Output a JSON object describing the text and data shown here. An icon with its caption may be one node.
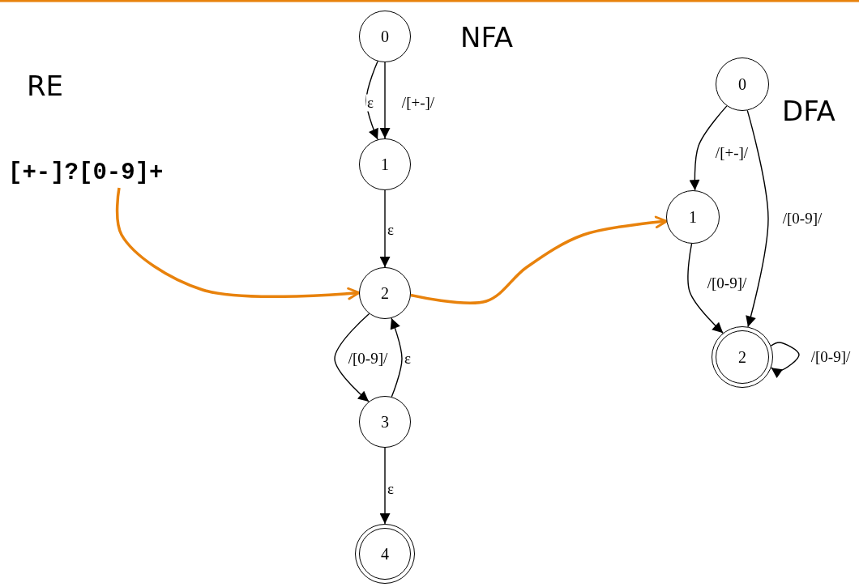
{
  "diagram": {
    "nodes": [
      {
        "text": [
          "[+-]?[0-9]+"
        ]
      },
      {
        "text": [
          "0"
        ]
      },
      {
        "text": [
          "1"
        ]
      },
      {
        "text": [
          "2"
        ]
      },
      {
        "text": [
          "3"
        ]
      },
      {
        "text": [
          "4"
        ]
      },
      {
        "text": [
          "0"
        ]
      },
      {
        "text": [
          "1"
        ]
      },
      {
        "text": [
          "2"
        ]
      }
    ],
    "edges": [
      {
        "from": 1,
        "to": 2,
        "label": "ε",
        "arrow": "to"
      },
      {
        "from": 1,
        "to": 2,
        "label": "/[+-]/",
        "arrow": "to"
      },
      {
        "from": 2,
        "to": 3,
        "label": "ε",
        "arrow": "to"
      },
      {
        "from": 3,
        "to": 4,
        "label": "/[0-9]/",
        "arrow": "to"
      },
      {
        "from": 4,
        "to": 3,
        "label": "ε",
        "arrow": "to"
      },
      {
        "from": 4,
        "to": 5,
        "label": "ε",
        "arrow": "to"
      },
      {
        "from": 6,
        "to": 7,
        "label": "/[+-]/",
        "arrow": "to"
      },
      {
        "from": 6,
        "to": 8,
        "label": "/[0-9]/",
        "arrow": "to"
      },
      {
        "from": 7,
        "to": 8,
        "label": "/[0-9]/",
        "arrow": "to"
      },
      {
        "from": 8,
        "to": 8,
        "label": "/[0-9]/",
        "arrow": "to"
      },
      {
        "from": 0,
        "to": 3,
        "arrow": "to",
        "style": "thick",
        "color": "#e8820c"
      },
      {
        "from": 3,
        "to": 7,
        "arrow": "to",
        "style": "thick",
        "color": "#e8820c"
      }
    ],
    "labels": [
      "RE",
      "NFA",
      "DFA"
    ]
  }
}
